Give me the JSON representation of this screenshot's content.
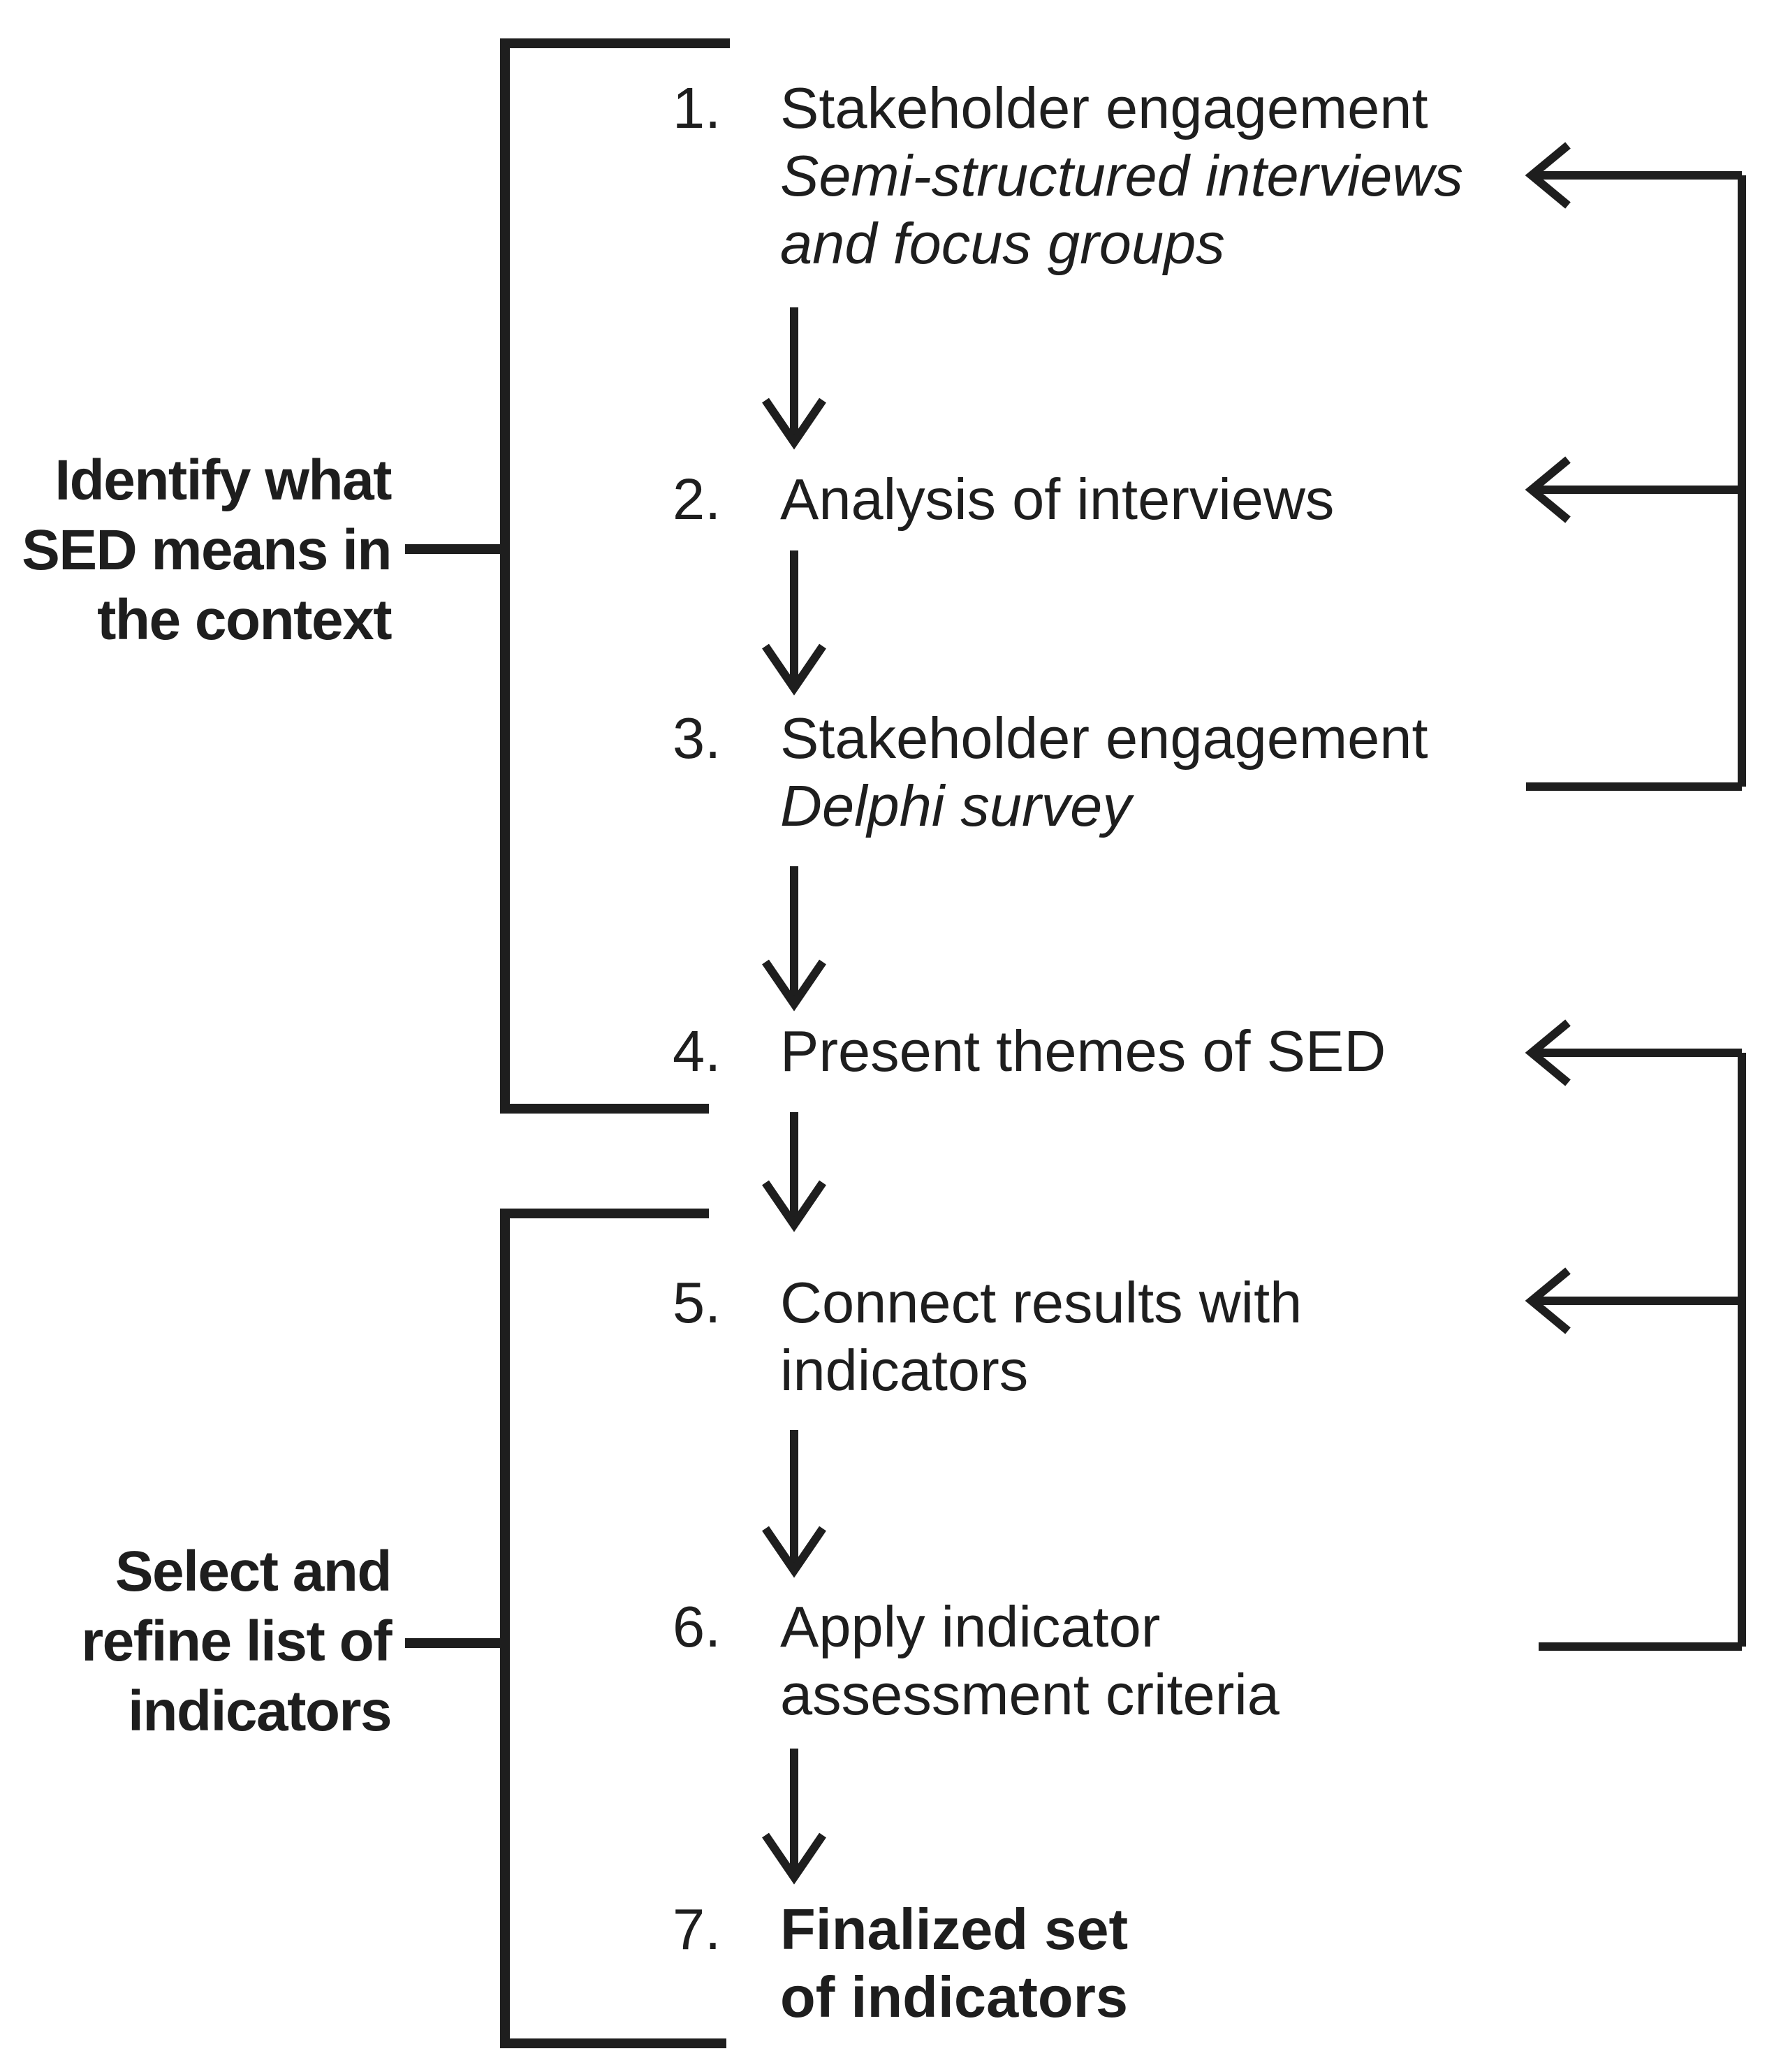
{
  "figure": {
    "type": "flow-diagram",
    "colors": {
      "ink": "#1e1e1e",
      "background": "#ffffff"
    },
    "phases": [
      {
        "label_line1": "Identify what",
        "label_line2": "SED means in",
        "label_line3": "the context",
        "covers_steps": "1-4"
      },
      {
        "label_line1": "Select and",
        "label_line2": "refine list of",
        "label_line3": "indicators",
        "covers_steps": "5-7"
      }
    ],
    "steps": [
      {
        "number": "1.",
        "lines": [
          "Stakeholder engagement",
          "Semi-structured interviews",
          "and focus groups"
        ]
      },
      {
        "number": "2.",
        "lines": [
          "Analysis of interviews"
        ]
      },
      {
        "number": "3.",
        "lines": [
          "Stakeholder engagement",
          "Delphi survey"
        ]
      },
      {
        "number": "4.",
        "lines": [
          "Present themes of SED"
        ]
      },
      {
        "number": "5.",
        "lines": [
          "Connect results with",
          "indicators"
        ]
      },
      {
        "number": "6.",
        "lines": [
          "Apply indicator",
          "assessment criteria"
        ]
      },
      {
        "number": "7.",
        "lines": [
          "Finalized set",
          "of indicators"
        ]
      }
    ],
    "flow": {
      "forward_arrows": "each numbered step flows down to the next",
      "feedback_loop_a": "step 3 output feeds back into steps 1 and 2",
      "feedback_loop_b": "step 6 output feeds back into steps 4 and 5"
    }
  }
}
